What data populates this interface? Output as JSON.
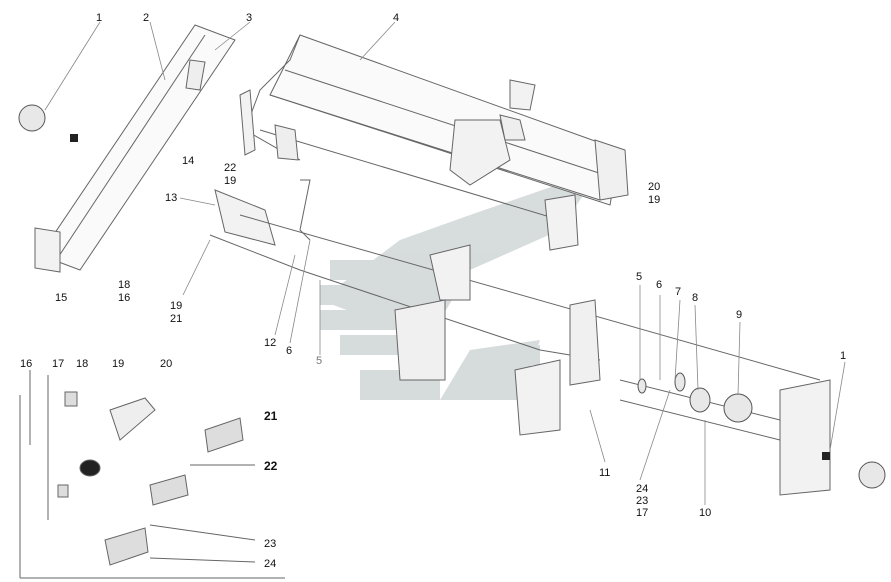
{
  "callouts": {
    "top": [
      "1",
      "2",
      "3",
      "4"
    ],
    "left": [
      "14",
      "22",
      "19",
      "13",
      "18",
      "16",
      "15",
      "19",
      "21",
      "12",
      "6",
      "5"
    ],
    "right": [
      "20",
      "19",
      "5",
      "6",
      "7",
      "8",
      "9",
      "1",
      "11",
      "24",
      "23",
      "17",
      "10"
    ],
    "inset_top": [
      "16",
      "17",
      "18",
      "19",
      "20"
    ],
    "inset_right": [
      "21",
      "22",
      "23",
      "24"
    ]
  },
  "colors": {
    "line": "#555555",
    "part_fill": "#f2f2f2",
    "dark_fill": "#222222",
    "watermark": "#c8d0d0"
  }
}
